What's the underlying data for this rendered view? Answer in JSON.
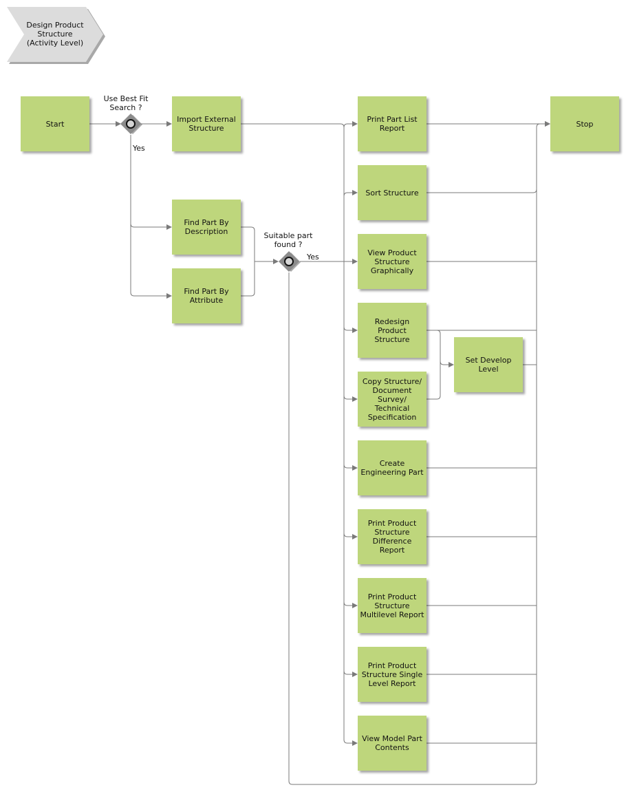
{
  "banner": {
    "title": "Design Product\nStructure\n(Activity Level)"
  },
  "nodes": {
    "start": "Start",
    "import_external_structure": "Import External\nStructure",
    "find_part_by_description": "Find Part By\nDescription",
    "find_part_by_attribute": "Find Part By\nAttribute",
    "print_part_list_report": "Print Part List\nReport",
    "sort_structure": "Sort Structure",
    "view_product_structure_graphically": "View Product\nStructure\nGraphically",
    "redesign_product_structure": "Redesign\nProduct\nStructure",
    "copy_structure": "Copy Structure/\nDocument\nSurvey/\nTechnical\nSpecification",
    "create_engineering_part": "Create\nEngineering Part",
    "print_difference_report": "Print Product\nStructure\nDifference\nReport",
    "print_multilevel_report": "Print Product\nStructure\nMultilevel Report",
    "print_single_level_report": "Print Product\nStructure Single\nLevel Report",
    "view_model_part_contents": "View Model Part\nContents",
    "set_develop_level": "Set Develop\nLevel",
    "stop": "Stop"
  },
  "gateways": {
    "best_fit": {
      "question": "Use Best Fit\nSearch ?",
      "yes_label": "Yes"
    },
    "suitable_part": {
      "question": "Suitable part\nfound ?",
      "yes_label": "Yes"
    }
  },
  "colors": {
    "activity_fill": "#bed67c",
    "banner_fill": "#dcdcdc",
    "gateway_fill": "#8c8c8c",
    "connector": "#7a7a7a"
  }
}
